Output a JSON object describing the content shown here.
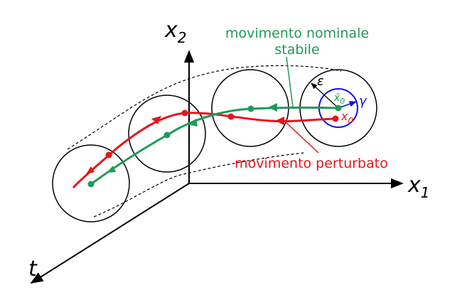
{
  "labels": {
    "x2_var": "x",
    "x2_sub": "2",
    "x1_var": "x",
    "x1_sub": "1",
    "t_axis": "t",
    "nominal_line1": "movimento nominale",
    "nominal_line2": "stabile",
    "perturbed": "movimento perturbato",
    "epsilon": "ε",
    "gamma": "γ",
    "x0_nominal_var": "x̄",
    "x0_nominal_sub": "0",
    "x0_perturbed_var": "x",
    "x0_perturbed_sub": "0"
  },
  "colors": {
    "nominal": "#1f9a5a",
    "perturbed": "#e8141b",
    "gamma_circle": "#1010e0",
    "axis": "#000000",
    "tube": "#000000"
  },
  "icons": {
    "arrow_head": "triangle-arrowhead"
  }
}
